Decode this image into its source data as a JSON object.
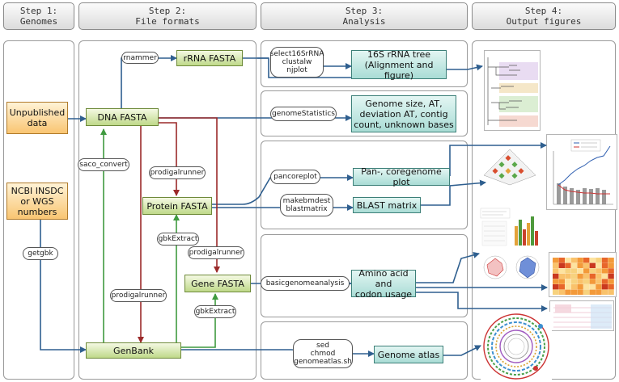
{
  "steps": [
    {
      "line1": "Step 1:",
      "line2": "Genomes"
    },
    {
      "line1": "Step 2:",
      "line2": "File formats"
    },
    {
      "line1": "Step 3:",
      "line2": "Analysis"
    },
    {
      "line1": "Step 4:",
      "line2": "Output figures"
    }
  ],
  "inputs": {
    "unpublished": [
      "Unpublished",
      "data"
    ],
    "ncbi": [
      "NCBI INSDC",
      "or WGS",
      "numbers"
    ],
    "getgbk": "getgbk"
  },
  "formats": {
    "rrna_fasta": "rRNA FASTA",
    "dna_fasta": "DNA FASTA",
    "protein_fasta": "Protein FASTA",
    "gene_fasta": "Gene FASTA",
    "genbank": "GenBank"
  },
  "tools": {
    "rnammer": "rnammer",
    "saco_convert": "saco_convert",
    "prodigal_top": "prodigalrunner",
    "prodigal_mid": "prodigalrunner",
    "prodigal_bottom": "prodigalrunner",
    "gbkextract_top": "gbkExtract",
    "gbkextract_bottom": "gbkExtract",
    "tree_tools": [
      "select16SrRNA",
      "clustalw",
      "njplot"
    ],
    "genome_statistics": "genomeStatistics",
    "pancoreplot": "pancoreplot",
    "blast_tools": [
      "makebmdest",
      "blastmatrix"
    ],
    "basicgenomeanalysis": "basicgenomeanalysis",
    "atlas_tools": [
      "sed",
      "chmod",
      "genomeatlas.sh"
    ]
  },
  "analyses": {
    "tree": [
      "16S rRNA tree",
      "(Alignment and figure)"
    ],
    "stats": [
      "Genome size, AT,",
      "deviation AT, contig",
      "count, unknown bases"
    ],
    "pancore": "Pan-, coregenome plot",
    "blast": "BLAST matrix",
    "aa": [
      "Amino acid and",
      "codon usage"
    ],
    "atlas": "Genome atlas"
  },
  "colors": {
    "blue_arrow": "#2f5f8f",
    "red_arrow": "#9b2a2a",
    "green_arrow": "#3f9a3f",
    "format_fill": "#c9e09a",
    "analysis_fill": "#b2e0d9",
    "input_fill": "#f9c572"
  },
  "icons": [
    "tree-figure-thumbnail",
    "pancore-plot-thumbnail",
    "blast-matrix-thumbnail",
    "codon-usage-thumbnail",
    "heatmap-thumbnail",
    "genome-atlas-thumbnail"
  ]
}
